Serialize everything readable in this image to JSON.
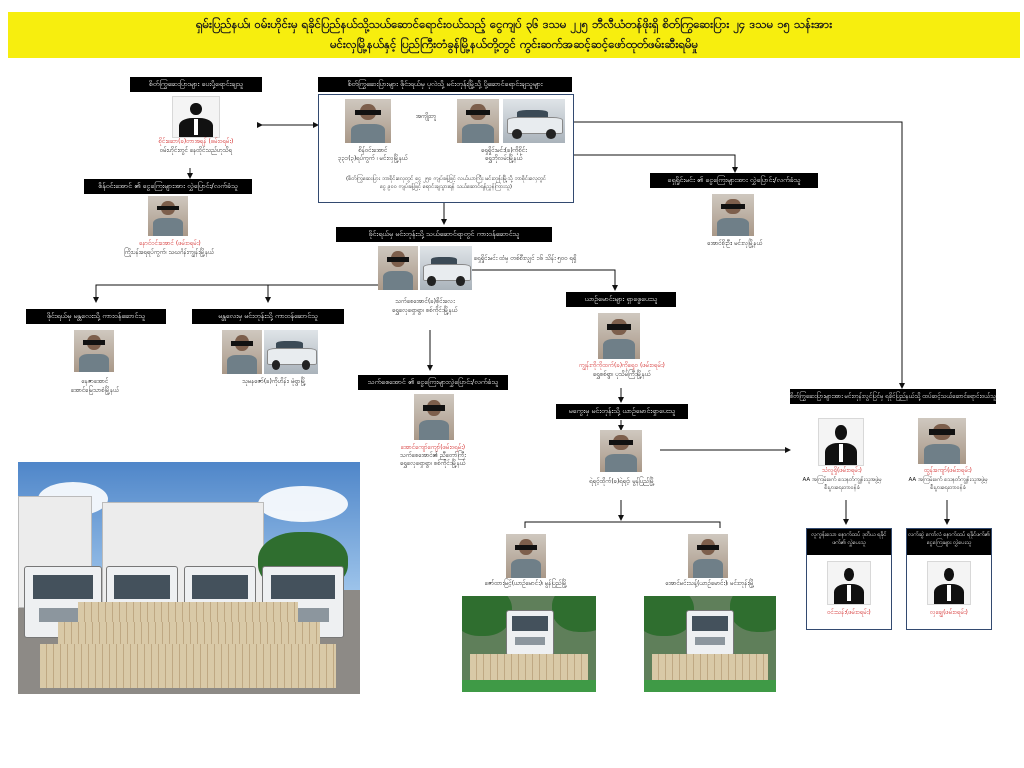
{
  "banner": {
    "line1": "ရှမ်းပြည်နယ်၊ ဝမ်းဟိုင်းမှ ရခိုင်ပြည်နယ်သို့သယ်ဆောင်ရောင်းဝယ်သည့် ငွေကျပ် ၃၆ ဒသမ ၂၂၅ ဘီလီယံတန်ဖိုးရှိ စိတ်ကြွဆေးပြား ၂၄ ဒသမ ၁၅ သန်းအား",
    "line2": "မင်းလှမြို့နယ်နှင့် ပြည်ကြီးတံခွန်မြို့နယ်တို့တွင် ကွင်းဆက်အဆင့်ဆင့်ဖော်ထုတ်ဖမ်းဆီးရမိမှု"
  },
  "boxes": {
    "top_left_label": "စိတ်ကြွဆေးပြားများ ပေးပို့ရောင်းချသူ",
    "top_center_label": "စိတ်ကြွဆေးပြားများ ဖိုင်းရယ်မှ ပုလဲသို့ မင်းတုန်းမြို့သို့ ပို့ဆောင်ရောင်းချသူများ",
    "left_mid_label": "စိန်ဝင်းအောင် ၏ ငွေကြေးများအား လွှဲပြောင်း/လက်ခံသူ",
    "right_mid_label": "ရှေရှိုင်းမင်း ၏ ငွေကြေးများအား လွှဲပြောင်း/လက်ခံသူ",
    "center_mid_label": "ဖိုင်းရယ်မှ မင်းတုန်းသို့ သယ်ဆောင်ရာတွင် ကားဝန်ဆောင်သူ",
    "far_left_label": "ဖိုင်းရယ်မှ မန္တလေးသို့ ကားဝန်ဆောင်သူ",
    "left2_label": "မန္တလေးမှ မင်းတုန်းသို့ ကားဝန်ဆောင်သူ",
    "buyer_label": "ယာဉ်မောင်းများ ရှာဖွေပေးသူ",
    "money2_label": "သက်စေအောင် ၏ ငွေကြေးများလွှဲပြောင်း/လက်ခံသူ",
    "driver_label": "မကွေးမှ မင်းတုန်းသို့ ယာဉ်မောင်းရှာပေးသူ",
    "aa_label": "စိတ်ကြွဆေးပြားများအား မင်းတုန်းလွင်ပြင်မှ ရခိုင်ပြည်နယ်သို့ ထပ်ဆင့်သယ်ဆောင်ရောင်းဝယ်သူများ",
    "sub1_label": "လူကွန်းသော နောက်ထပ် ဒုတိယ ရခိုင်ဖက်၏ လွှဲပေးသူ",
    "sub2_label": "လက်ဆွဲ ကော်လံ နောက်ထပ် ရခိုင်ဖက်၏ ငွေကြေးများ လွှဲပေးသူ"
  },
  "people": {
    "boss_name": "စိုင်းဆော(ခ)တာအရန် (ဖမ်းဝရမ်း)",
    "boss_sub": "ဝမ်းဟိုင်းတွင် နေထိုင်သည်ဟုသိရ",
    "p1_name": "စိန်ဝင်းအောင်",
    "p1_sub": "၃၃၁(၃)ရပ်ကွက် ၊ မင်းလှမြို့နယ်",
    "rel": "အကျိုးတူ",
    "p2_name": "ရှေရှိုင်းမင်း(ခ)ကိုစိုင်း",
    "p2_sub": "ရွှေဘိုလမ်းမြို့နယ်",
    "p1_note1": "(စိတ်ကြွဆေးပြား ဘာစိုင်းလှေတွင် ငွေ ၂၅၀ ကျပ်ခန့်ဖြင့် လယ်ယာကြီး မင်းတုန်းမြို့သို့ ဘာစိုင်းလှေတွင်",
    "p1_note2": "ငွေ ၉၀၀ ကျပ်ခန့်ဖြင့် ရောင်းချသွားရန် သယ်ဆောင်ရန်ညွှန်ကြားသူ)",
    "p3_name": "နောင်ဝင်းအောင် (ဖမ်းဝရမ်း)",
    "p3_sub": "ကြိုးပန်းရေရပ်ကွက်၊ သဃင်္ဂန်းကျွန်းမြို့နယ်",
    "p4_name": "အောင်စိုးဦး၊ မင်းလှမြို့နယ်",
    "p5_note": "ရှေရှိုင်းမင်း ထံမှ တစ်စီးလျှင် ၁၆ သိန်း ၅၀၀ ရရှိ",
    "p5_name": "သက်စေအောင်(ခ)စိုင်းလေး",
    "p5_sub": "ရွှေလှေရှောရွာ၊ စစ်ကိုင်းမြို့နယ်",
    "p6_name": "နေဇာအောင်",
    "p6_sub": "အောင်မြေသာစံမြို့နယ်",
    "p7_name": "သုမနဇော်(ခ)ကိုဟိန်း၊ မုံရွာမြို့",
    "p8_name": "ကျွန်းကိုကိုထက်(ခ)ကိုရှေဝ (ဖမ်းဝရမ်း)",
    "p8_sub": "ရွှေစစ်ရွာ၊ ပုသိမ်ကြီးမြို့နယ်",
    "p9_name": "အောင်ကျော်ကျော်(ဖမ်းဝရမ်း)",
    "p9_sub1": "သက်စေအောင်၏ ညီတော်ကြီး",
    "p9_sub2": "ရွှေလှေရှောရွာ၊ စစ်ကိုင်းမြို့နယ်",
    "p10_name": "ရဲရင့်ထိုက်(ခ)ရဲရင့်၊ မွန်ပြည်မြို့",
    "p11_name": "သံလူရှိ(ဖမ်းဝရမ်း)",
    "p11_sub1": "AA အကြမ်းဖက် သေနတ်ကျွန်းသူအဖွဲ့မှ",
    "p11_sub2": "စီးပွားရေးတာဝန်ခံ",
    "p12_name": "ထွန်းကျော်(ဖမ်းဝရမ်း)",
    "p12_sub1": "AA အကြမ်းဖက် သေနတ်ကျွန်းသူအဖွဲ့မှ",
    "p12_sub2": "စီးပွားရေးတာဝန်ခံ",
    "p13_name": "ဇော်ထားမြင့်(ယာဉ်မောင်း)၊ မွန်ပြည်မြို့",
    "p14_name": "အောင်မင်းသန့်(ယာဉ်မောင်း)၊ မင်းတုန်းမြို့",
    "p15_name": "ဝင်းသန်း(ဖမ်းဝရမ်း)",
    "p16_name": "လှချွေ(ဖမ်းဝရမ်း)"
  },
  "icons": [
    "person-silhouette-icon",
    "suspect-photo-icon",
    "car-photo-icon",
    "truck-icon"
  ]
}
